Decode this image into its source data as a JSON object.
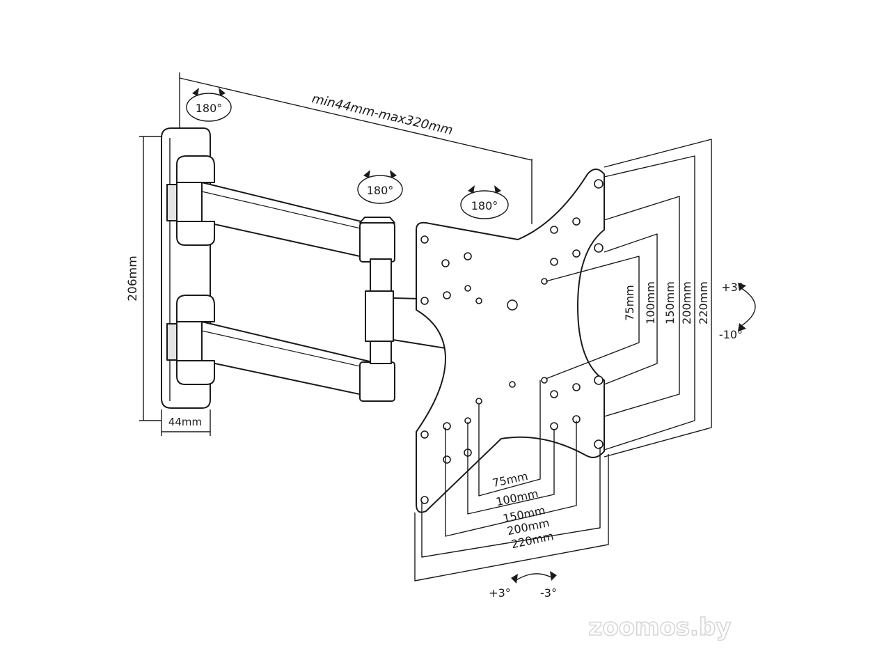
{
  "dimensions": {
    "arm_extension": "min44mm-max320mm",
    "wall_plate_height": "206mm",
    "wall_plate_depth": "44mm"
  },
  "rotation": {
    "wall_pivot": "180°",
    "middle_pivot": "180°",
    "head_pivot": "180°"
  },
  "tilt": {
    "up": "+3°",
    "down": "-10°"
  },
  "swivel": {
    "left": "+3°",
    "right": "-3°"
  },
  "vesa_vertical": [
    "75mm",
    "100mm",
    "150mm",
    "200mm",
    "220mm"
  ],
  "vesa_horizontal": [
    "75mm",
    "100mm",
    "150mm",
    "200mm",
    "220mm"
  ],
  "watermark": "zoomos.by",
  "colors": {
    "line": "#1a1a1a",
    "fill": "#ffffff",
    "shade": "#e4e4e4"
  }
}
